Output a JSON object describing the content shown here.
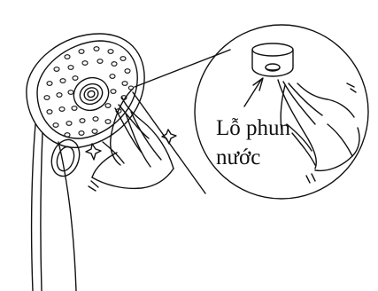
{
  "callout_label": {
    "line1": "Lỗ phun",
    "line2": "nước"
  },
  "colors": {
    "line": "#111111",
    "background": "#ffffff"
  },
  "illustration": {
    "subject": "shower-head",
    "detail": "spray-hole-closeup"
  }
}
